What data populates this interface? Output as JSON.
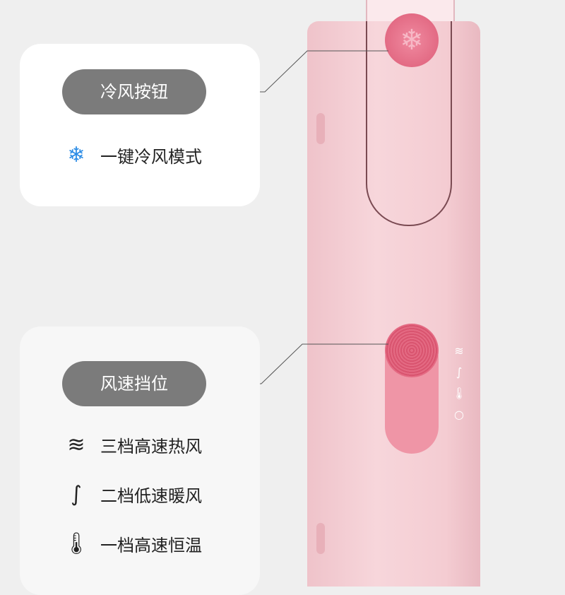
{
  "cold_section": {
    "button_label": "冷风按钮",
    "feature": "一键冷风模式",
    "icon": "snowflake-icon",
    "icon_color": "#2d8de6"
  },
  "speed_section": {
    "button_label": "风速挡位",
    "modes": [
      {
        "icon": "triple-wave-icon",
        "label": "三档高速热风"
      },
      {
        "icon": "single-wave-icon",
        "label": "二档低速暖风"
      },
      {
        "icon": "thermometer-icon",
        "label": "一档高速恒温"
      }
    ]
  },
  "colors": {
    "product_pink": "#f4cdd3",
    "accent_pink": "#e9738a"
  }
}
